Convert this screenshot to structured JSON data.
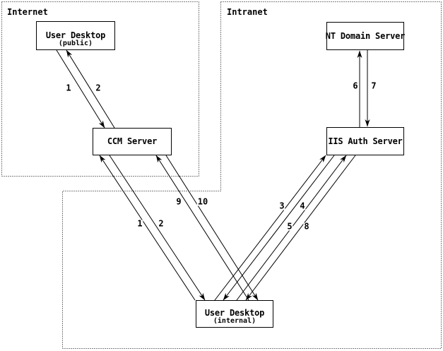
{
  "diagram": {
    "zones": [
      {
        "id": "internet",
        "label": "Internet"
      },
      {
        "id": "intranet",
        "label": "Intranet"
      }
    ],
    "nodes": [
      {
        "id": "user_desktop_public",
        "title": "User Desktop",
        "subtitle": "(public)"
      },
      {
        "id": "ccm_server",
        "title": "CCM Server",
        "subtitle": ""
      },
      {
        "id": "nt_domain_server",
        "title": "NT Domain Server",
        "subtitle": ""
      },
      {
        "id": "iis_auth_server",
        "title": "IIS Auth Server",
        "subtitle": ""
      },
      {
        "id": "user_desktop_internal",
        "title": "User Desktop",
        "subtitle": "(internal)"
      }
    ],
    "connections": [
      {
        "from": "user_desktop_public",
        "to": "ccm_server",
        "step": "1"
      },
      {
        "from": "ccm_server",
        "to": "user_desktop_public",
        "step": "2"
      },
      {
        "from": "user_desktop_internal",
        "to": "ccm_server",
        "step": "1"
      },
      {
        "from": "ccm_server",
        "to": "user_desktop_internal",
        "step": "2"
      },
      {
        "from": "user_desktop_internal",
        "to": "iis_auth_server",
        "step": "3"
      },
      {
        "from": "iis_auth_server",
        "to": "user_desktop_internal",
        "step": "4"
      },
      {
        "from": "user_desktop_internal",
        "to": "iis_auth_server",
        "step": "5"
      },
      {
        "from": "iis_auth_server",
        "to": "nt_domain_server",
        "step": "6"
      },
      {
        "from": "nt_domain_server",
        "to": "iis_auth_server",
        "step": "7"
      },
      {
        "from": "iis_auth_server",
        "to": "user_desktop_internal",
        "step": "8"
      },
      {
        "from": "user_desktop_internal",
        "to": "ccm_server",
        "step": "9"
      },
      {
        "from": "ccm_server",
        "to": "user_desktop_internal",
        "step": "10"
      }
    ],
    "colors": {
      "line": "#000000",
      "background": "#ffffff",
      "box_background": "#ffffff",
      "text": "#000000"
    }
  }
}
